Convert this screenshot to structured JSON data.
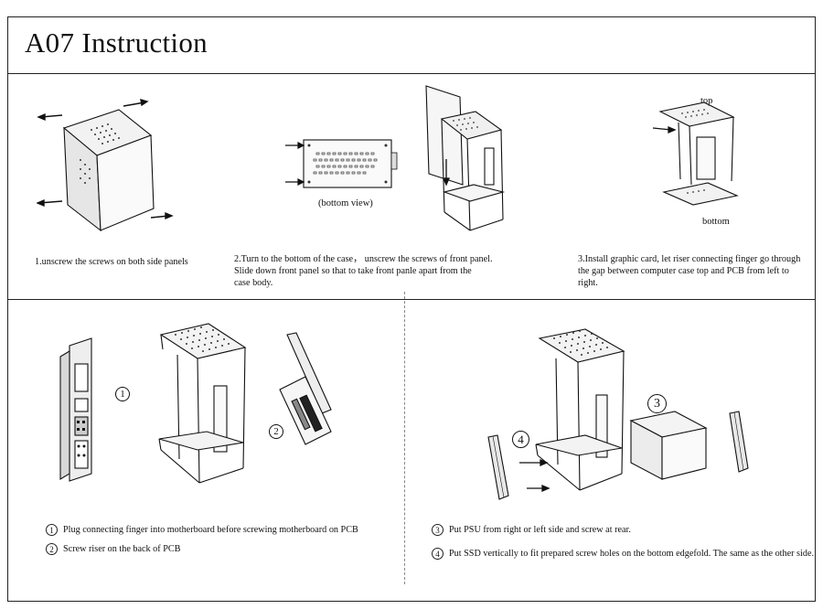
{
  "title": "A07 Instruction",
  "steps_top": [
    {
      "text": "1.unscrew the screws on both side panels"
    },
    {
      "text": "2.Turn to the bottom of the case，  unscrew the screws of front panel.\nSlide down front panel so that to take front panle apart from the\ncase body."
    },
    {
      "text": "3.Install graphic card, let riser connecting finger go through\nthe gap between computer case top and PCB from left to\nright."
    }
  ],
  "labels": {
    "bottom_view": "(bottom view)",
    "top": "top",
    "bottom": "bottom",
    "m1": "1",
    "m2": "2",
    "m3": "3",
    "m4": "4"
  },
  "steps_bottom_left": [
    {
      "num": "1",
      "text": "Plug connecting finger into motherboard before screwing motherboard on PCB"
    },
    {
      "num": "2",
      "text": "Screw riser on the back of PCB"
    }
  ],
  "steps_bottom_right": [
    {
      "num": "3",
      "text": "Put PSU from right or left side and screw at rear."
    },
    {
      "num": "4",
      "text": "Put SSD vertically to fit prepared screw holes on the bottom edgefold. The same as the other side."
    }
  ]
}
